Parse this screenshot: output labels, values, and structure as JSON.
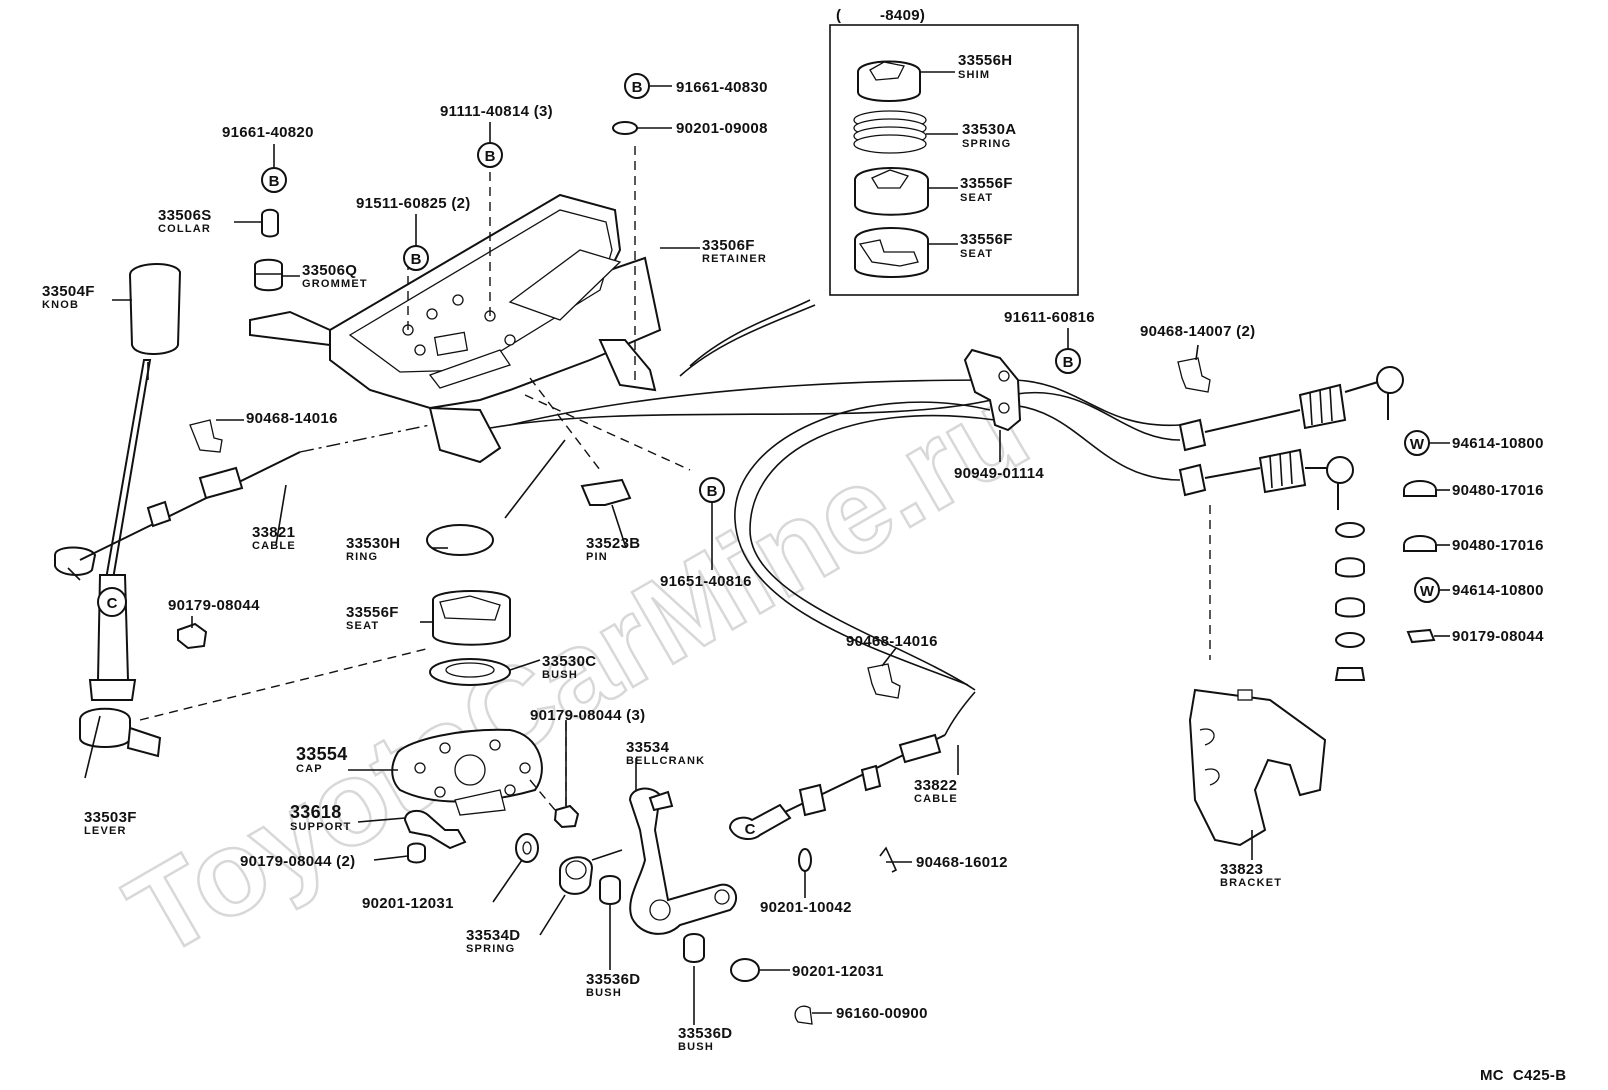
{
  "watermark": "ToyotaCarMine.ru",
  "diagram_code": "MC  C425-B",
  "inset": {
    "header_open": "(",
    "header_range": "-8409)",
    "parts": [
      {
        "number": "33556H",
        "name": "SHIM"
      },
      {
        "number": "33530A",
        "name": "SPRING"
      },
      {
        "number": "33556F",
        "name": "SEAT"
      },
      {
        "number": "33556F",
        "name": "SEAT"
      }
    ]
  },
  "marks": {
    "b": "B",
    "w": "W",
    "c": "C"
  },
  "parts": [
    {
      "key": "p91661_40830",
      "number": "91661-40830",
      "name": ""
    },
    {
      "key": "p90201_09008",
      "number": "90201-09008",
      "name": ""
    },
    {
      "key": "p91111_40814",
      "number": "91111-40814 (3)",
      "name": ""
    },
    {
      "key": "p91661_40820",
      "number": "91661-40820",
      "name": ""
    },
    {
      "key": "p91511_60825",
      "number": "91511-60825 (2)",
      "name": ""
    },
    {
      "key": "p33506S",
      "number": "33506S",
      "name": "COLLAR"
    },
    {
      "key": "p33506Q",
      "number": "33506Q",
      "name": "GROMMET"
    },
    {
      "key": "p33506F",
      "number": "33506F",
      "name": "RETAINER"
    },
    {
      "key": "p33504F",
      "number": "33504F",
      "name": "KNOB"
    },
    {
      "key": "p90468_14016a",
      "number": "90468-14016",
      "name": ""
    },
    {
      "key": "p33821",
      "number": "33821",
      "name": "CABLE"
    },
    {
      "key": "p33530H",
      "number": "33530H",
      "name": "RING"
    },
    {
      "key": "p33523B",
      "number": "33523B",
      "name": "PIN"
    },
    {
      "key": "p91651_40816",
      "number": "91651-40816",
      "name": ""
    },
    {
      "key": "p90179_08044a",
      "number": "90179-08044",
      "name": ""
    },
    {
      "key": "p33556F",
      "number": "33556F",
      "name": "SEAT"
    },
    {
      "key": "p33530C",
      "number": "33530C",
      "name": "BUSH"
    },
    {
      "key": "p90179_08044b",
      "number": "90179-08044 (3)",
      "name": ""
    },
    {
      "key": "p33554",
      "number": "33554",
      "name": "CAP"
    },
    {
      "key": "p33534",
      "number": "33534",
      "name": "BELLCRANK"
    },
    {
      "key": "p33618",
      "number": "33618",
      "name": "SUPPORT"
    },
    {
      "key": "p33503F",
      "number": "33503F",
      "name": "LEVER"
    },
    {
      "key": "p90179_08044c",
      "number": "90179-08044 (2)",
      "name": ""
    },
    {
      "key": "p90201_12031a",
      "number": "90201-12031",
      "name": ""
    },
    {
      "key": "p33534D",
      "number": "33534D",
      "name": "SPRING"
    },
    {
      "key": "p33536Da",
      "number": "33536D",
      "name": "BUSH"
    },
    {
      "key": "p33536Db",
      "number": "33536D",
      "name": "BUSH"
    },
    {
      "key": "p90201_12031b",
      "number": "90201-12031",
      "name": ""
    },
    {
      "key": "p96160_00900",
      "number": "96160-00900",
      "name": ""
    },
    {
      "key": "p90201_10042",
      "number": "90201-10042",
      "name": ""
    },
    {
      "key": "p90468_16012",
      "number": "90468-16012",
      "name": ""
    },
    {
      "key": "p90468_14016b",
      "number": "90468-14016",
      "name": ""
    },
    {
      "key": "p33822",
      "number": "33822",
      "name": "CABLE"
    },
    {
      "key": "p91611_60816",
      "number": "91611-60816",
      "name": ""
    },
    {
      "key": "p90949_01114",
      "number": "90949-01114",
      "name": ""
    },
    {
      "key": "p90468_14007",
      "number": "90468-14007 (2)",
      "name": ""
    },
    {
      "key": "p94614_10800a",
      "number": "94614-10800",
      "name": ""
    },
    {
      "key": "p90480_17016a",
      "number": "90480-17016",
      "name": ""
    },
    {
      "key": "p90480_17016b",
      "number": "90480-17016",
      "name": ""
    },
    {
      "key": "p94614_10800b",
      "number": "94614-10800",
      "name": ""
    },
    {
      "key": "p90179_08044d",
      "number": "90179-08044",
      "name": ""
    },
    {
      "key": "p33823",
      "number": "33823",
      "name": "BRACKET"
    }
  ]
}
